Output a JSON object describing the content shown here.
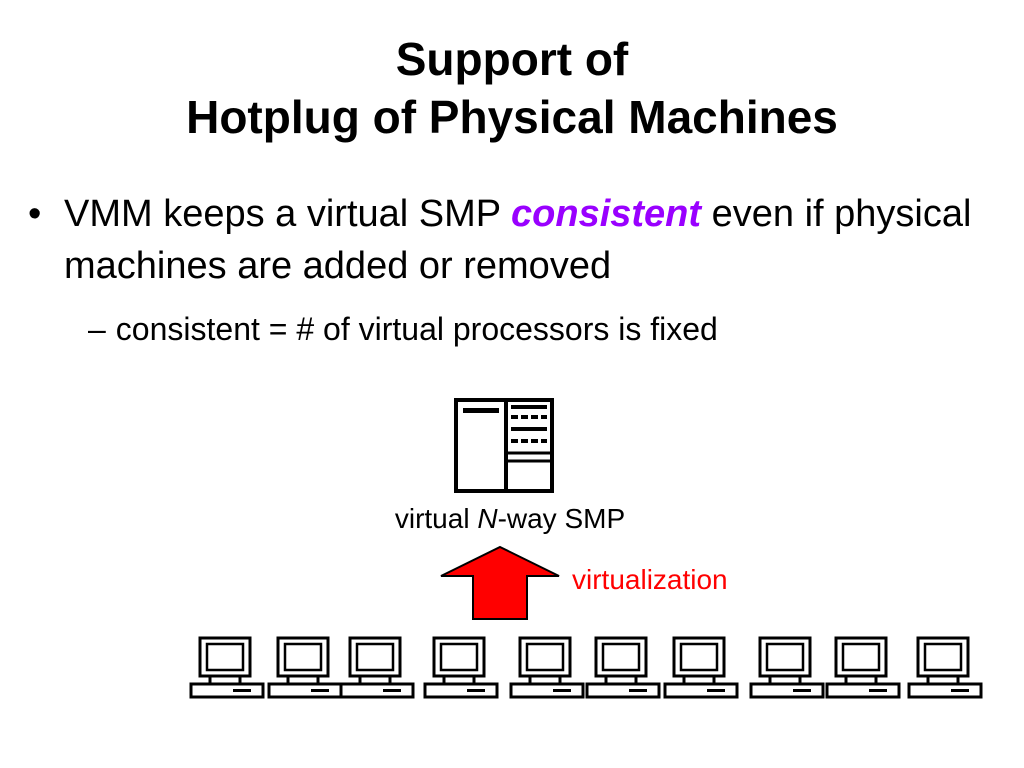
{
  "slide": {
    "title_line1": "Support of",
    "title_line2": "Hotplug of Physical Machines",
    "bullet_marker": "•",
    "bullet_pre": "VMM keeps a virtual SMP ",
    "bullet_emphasis": "consistent",
    "bullet_post": " even if physical machines are added or removed",
    "sub_marker": "–",
    "sub_text": "consistent = # of virtual processors is fixed"
  },
  "diagram": {
    "smp_label_pre": "virtual ",
    "smp_label_n": "N",
    "smp_label_post": "-way SMP",
    "virtualization_label": "virtualization",
    "computer_count": 10,
    "arrow_color": "#ff0000",
    "label_color": "#ff0000",
    "server_icon": "server-tower-icon",
    "computer_icon": "desktop-computer-icon"
  },
  "colors": {
    "emphasis": "#9900ff",
    "text": "#000000",
    "background": "#ffffff"
  }
}
